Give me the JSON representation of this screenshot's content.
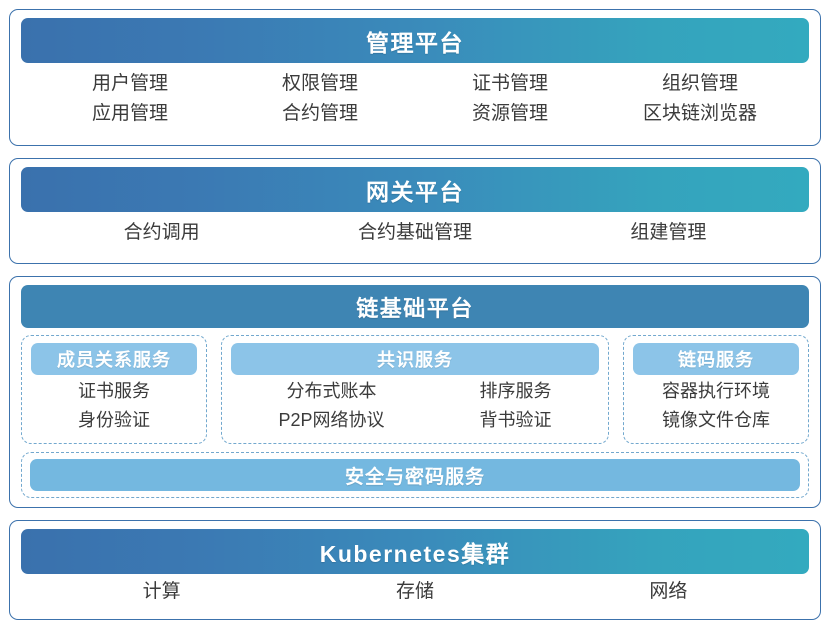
{
  "colors": {
    "card_border": "#3C72AC",
    "bar_gradient_start": "#3A71AD",
    "bar_gradient_end": "#33AABF",
    "bar_solid": "#3E85B3",
    "subbar": "#8CC4E8",
    "security_bar": "#74B8E0",
    "dashed_border": "#72A8CE",
    "body_text": "#3B3B3B"
  },
  "layers": {
    "admin": {
      "title": "管理平台",
      "columns": [
        {
          "items": [
            "用户管理",
            "应用管理"
          ]
        },
        {
          "items": [
            "权限管理",
            "合约管理"
          ]
        },
        {
          "items": [
            "证书管理",
            "资源管理"
          ]
        },
        {
          "items": [
            "组织管理",
            "区块链浏览器"
          ]
        }
      ]
    },
    "gateway": {
      "title": "网关平台",
      "columns": [
        {
          "items": [
            "合约调用"
          ]
        },
        {
          "items": [
            "合约基础管理"
          ]
        },
        {
          "items": [
            "组建管理"
          ]
        }
      ]
    },
    "chain": {
      "title": "链基础平台",
      "groups": [
        {
          "name": "成员关系服务",
          "columns": [
            {
              "items": [
                "证书服务",
                "身份验证"
              ]
            }
          ]
        },
        {
          "name": "共识服务",
          "columns": [
            {
              "items": [
                "分布式账本",
                "P2P网络协议"
              ]
            },
            {
              "items": [
                "排序服务",
                "背书验证"
              ]
            }
          ]
        },
        {
          "name": "链码服务",
          "columns": [
            {
              "items": [
                "容器执行环境",
                "镜像文件仓库"
              ]
            }
          ]
        }
      ],
      "security": {
        "name": "安全与密码服务"
      }
    },
    "k8s": {
      "title": "Kubernetes集群",
      "columns": [
        {
          "items": [
            "计算"
          ]
        },
        {
          "items": [
            "存储"
          ]
        },
        {
          "items": [
            "网络"
          ]
        }
      ]
    }
  }
}
